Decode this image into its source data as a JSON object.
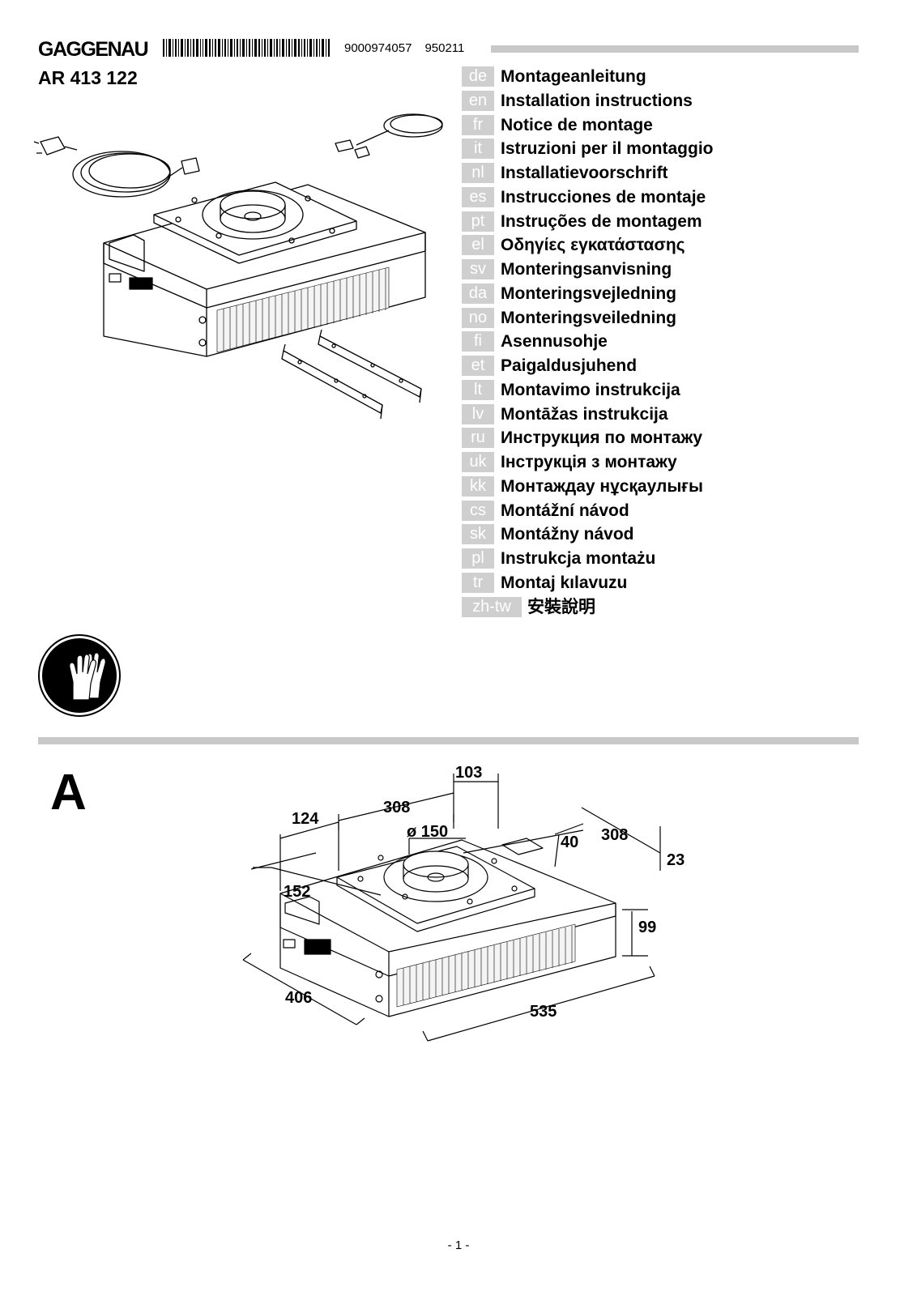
{
  "header": {
    "brand": "GAGGENAU",
    "code1": "9000974057",
    "code2": "950211",
    "model": "AR 413 122"
  },
  "languages": [
    {
      "code": "de",
      "text": "Montageanleitung"
    },
    {
      "code": "en",
      "text": "Installation instructions"
    },
    {
      "code": "fr",
      "text": "Notice de montage"
    },
    {
      "code": "it",
      "text": "Istruzioni per il montaggio"
    },
    {
      "code": "nl",
      "text": "Installatievoorschrift"
    },
    {
      "code": "es",
      "text": "Instrucciones de montaje"
    },
    {
      "code": "pt",
      "text": "Instruções de montagem"
    },
    {
      "code": "el",
      "text": "Οδηγίες εγκατάστασης"
    },
    {
      "code": "sv",
      "text": "Monteringsanvisning"
    },
    {
      "code": "da",
      "text": "Monteringsvejledning"
    },
    {
      "code": "no",
      "text": "Monteringsveiledning"
    },
    {
      "code": "fi",
      "text": "Asennusohje"
    },
    {
      "code": "et",
      "text": "Paigaldusjuhend"
    },
    {
      "code": "lt",
      "text": "Montavimo instrukcija"
    },
    {
      "code": "lv",
      "text": "Montāžas instrukcija"
    },
    {
      "code": "ru",
      "text": "Инструкция по монтажу"
    },
    {
      "code": "uk",
      "text": "Інструкція з монтажу"
    },
    {
      "code": "kk",
      "text": "Монтаждау нұсқаулығы"
    },
    {
      "code": "cs",
      "text": "Montážní návod"
    },
    {
      "code": "sk",
      "text": "Montážny návod"
    },
    {
      "code": "pl",
      "text": "Instrukcja montażu"
    },
    {
      "code": "tr",
      "text": "Montaj kılavuzu"
    },
    {
      "code": "zh-tw",
      "text": "安裝說明"
    }
  ],
  "safety_icon": "gloves-icon",
  "section_a": {
    "label": "A",
    "dimensions": {
      "d103": "103",
      "d308_top": "308",
      "d124": "124",
      "d150": "ø 150",
      "d40": "40",
      "d308_right": "308",
      "d23": "23",
      "d152": "152",
      "d99": "99",
      "d406": "406",
      "d535": "535"
    }
  },
  "footer": {
    "page": "- 1 -"
  }
}
